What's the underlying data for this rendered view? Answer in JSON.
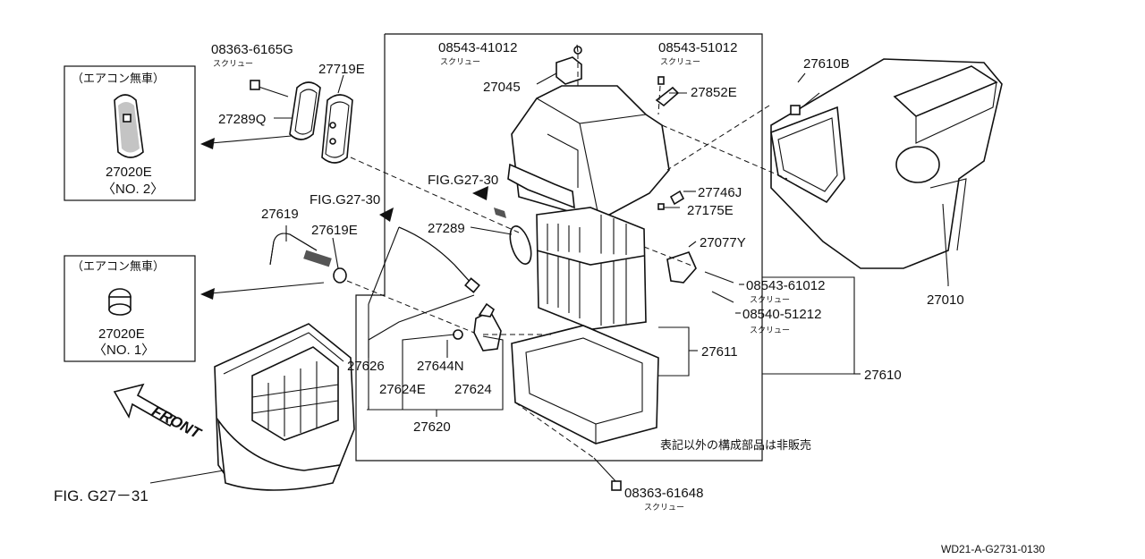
{
  "parts": {
    "screw_08363_6165g": {
      "number": "08363-6165G",
      "sub": "スクリュー"
    },
    "gasket_27719e": {
      "number": "27719E"
    },
    "gasket_27289q": {
      "number": "27289Q"
    },
    "screw_08543_41012": {
      "number": "08543-41012",
      "sub": "スクリュー"
    },
    "screw_08543_51012": {
      "number": "08543-51012",
      "sub": "スクリュー"
    },
    "bracket_27045": {
      "number": "27045"
    },
    "clip_27852e": {
      "number": "27852E"
    },
    "unit_27610b": {
      "number": "27610B"
    },
    "clip_27746j": {
      "number": "27746J"
    },
    "clip_27175e": {
      "number": "27175E"
    },
    "seal_27289": {
      "number": "27289"
    },
    "hose_27619": {
      "number": "27619"
    },
    "hose_27619e": {
      "number": "27619E"
    },
    "sensor_27077y": {
      "number": "27077Y"
    },
    "screw_08543_61012": {
      "number": "08543-61012",
      "sub": "スクリュー"
    },
    "screw_08540_51212": {
      "number": "08540-51212",
      "sub": "スクリュー"
    },
    "heater_27010": {
      "number": "27010"
    },
    "evap_27611": {
      "number": "27611"
    },
    "assy_27610": {
      "number": "27610"
    },
    "pipe_27626": {
      "number": "27626"
    },
    "oring_27644n": {
      "number": "27644N"
    },
    "pipe_27624e": {
      "number": "27624E"
    },
    "valve_27624": {
      "number": "27624"
    },
    "assy_27620": {
      "number": "27620"
    },
    "screw_08363_61648": {
      "number": "08363-61648",
      "sub": "スクリュー"
    }
  },
  "fig_refs": {
    "upper": "FIG.G27-30",
    "left": "FIG.G27-30",
    "bottom": "FIG. G27－31"
  },
  "insets": {
    "top": {
      "title": "（エアコン無車）",
      "part": "27020E",
      "note": "〈NO. 2〉"
    },
    "bottom": {
      "title": "（エアコン無車）",
      "part": "27020E",
      "note": "〈NO. 1〉"
    }
  },
  "front_label": "FRONT",
  "note_text": "表記以外の構成部品は非販売",
  "diagram_code": "WD21-A-G2731-0130"
}
